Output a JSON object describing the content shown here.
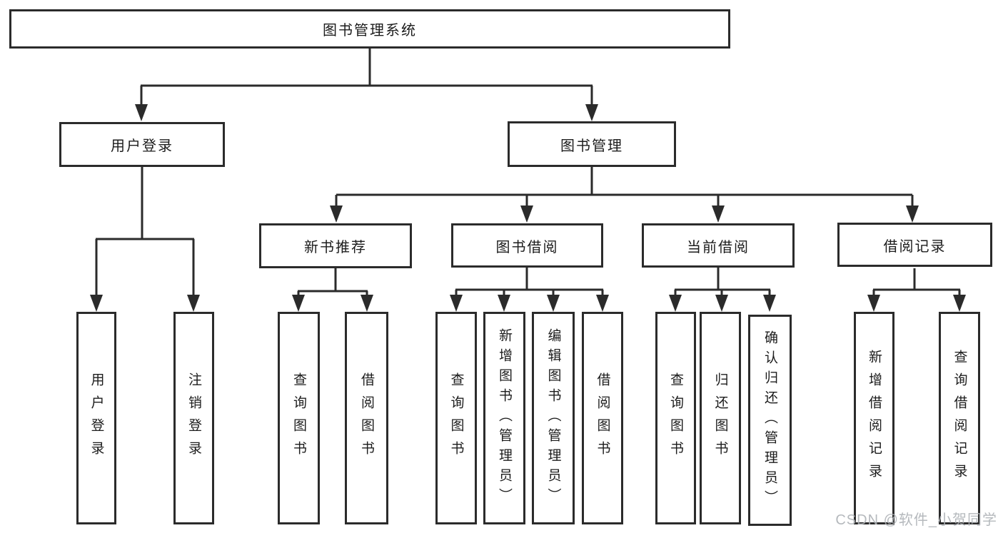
{
  "title": "图书管理系统",
  "watermark": "CSDN @软件_小贺同学",
  "colors": {
    "line": "#2b2b2b",
    "text": "#1c1c1c",
    "background": "#ffffff",
    "watermark": "#aeb2b6"
  },
  "tree": {
    "label": "图书管理系统",
    "children": [
      {
        "label": "用户登录",
        "children": [
          {
            "label": "用户登录"
          },
          {
            "label": "注销登录"
          }
        ]
      },
      {
        "label": "图书管理",
        "children": [
          {
            "label": "新书推荐",
            "children": [
              {
                "label": "查询图书"
              },
              {
                "label": "借阅图书"
              }
            ]
          },
          {
            "label": "图书借阅",
            "children": [
              {
                "label": "查询图书"
              },
              {
                "label": "新增图书（管理员）"
              },
              {
                "label": "编辑图书（管理员）"
              },
              {
                "label": "借阅图书"
              }
            ]
          },
          {
            "label": "当前借阅",
            "children": [
              {
                "label": "查询图书"
              },
              {
                "label": "归还图书"
              },
              {
                "label": "确认归还（管理员）"
              }
            ]
          },
          {
            "label": "借阅记录",
            "children": [
              {
                "label": "新增借阅记录"
              },
              {
                "label": "查询借阅记录"
              }
            ]
          }
        ]
      }
    ]
  }
}
